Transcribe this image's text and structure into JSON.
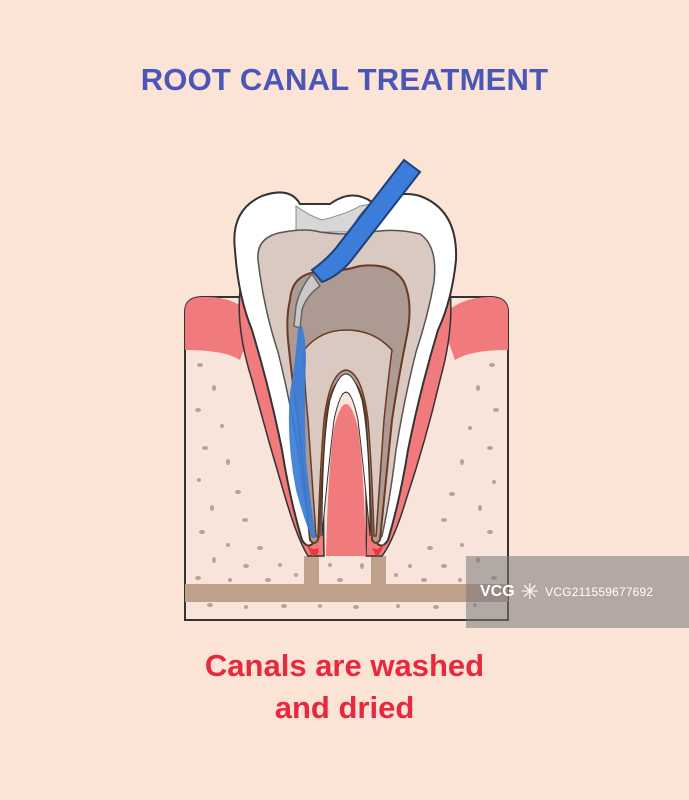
{
  "title": "ROOT CANAL TREATMENT",
  "caption": {
    "line1": "Canals are  washed",
    "line2": "and dried"
  },
  "watermark": {
    "logo": "VCG",
    "id": "VCG211559677692"
  },
  "colors": {
    "background": "#fbe3d6",
    "title": "#4a57b8",
    "caption": "#e8283c",
    "gum": "#f07a7c",
    "bone": "#f8e4da",
    "enamel": "#ffffff",
    "dentin": "#d9c9c1",
    "pulp": "#ad9a92",
    "instrument": "#3b7dd8"
  }
}
